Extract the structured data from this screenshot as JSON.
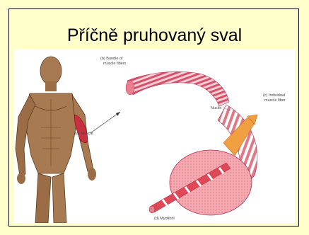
{
  "slide": {
    "title": "Příčně pruhovaný sval"
  },
  "figure": {
    "labels": {
      "bundle_line1": "(b) Bundle of",
      "bundle_line2": "muscle fibers",
      "nuclei": "Nuclei",
      "fiber_line1": "(c) Individual",
      "fiber_line2": "muscle fiber",
      "muscle": "(a) Muscle",
      "myofibril": "(d) Myofibril"
    }
  },
  "colors": {
    "background": "#ffffcc",
    "frame": "#000000",
    "muscle_red": "#c83040",
    "muscle_pink": "#e98090",
    "fiber_face": "#f2a0a8",
    "nerve_orange": "#f0a040",
    "anatomy_brown": "#a77a52"
  }
}
